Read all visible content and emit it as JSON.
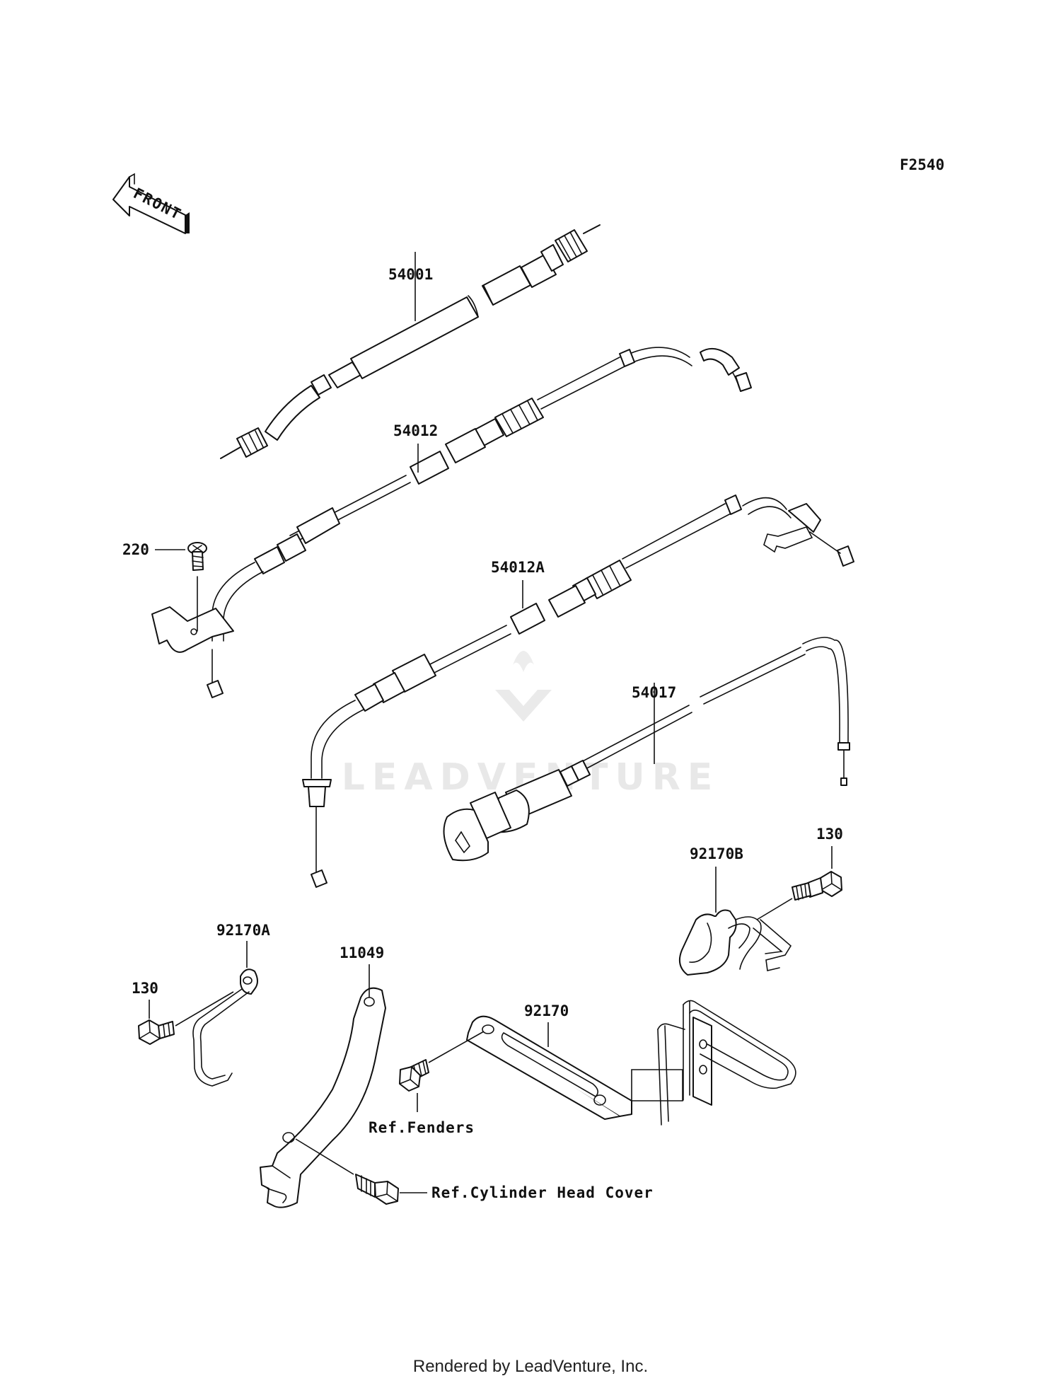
{
  "diagram_code": "F2540",
  "front_arrow_text": "FRONT",
  "watermark": "LEADVENTURE",
  "footer": "Rendered by LeadVenture, Inc.",
  "callouts": [
    {
      "id": "54001",
      "part": "speedometer-cable"
    },
    {
      "id": "54012",
      "part": "throttle-cable"
    },
    {
      "id": "54012A",
      "part": "throttle-cable-a"
    },
    {
      "id": "54017",
      "part": "choke-cable"
    },
    {
      "id": "220",
      "part": "screw"
    },
    {
      "id": "130",
      "part": "flange-bolt-right"
    },
    {
      "id": "92170B",
      "part": "clamp-b"
    },
    {
      "id": "92170A",
      "part": "clamp-a"
    },
    {
      "id": "130",
      "part": "flange-bolt-left"
    },
    {
      "id": "11049",
      "part": "bracket"
    },
    {
      "id": "92170",
      "part": "clamp-bracket"
    }
  ],
  "references": {
    "fenders": "Ref.Fenders",
    "cylinder_head_cover": "Ref.Cylinder Head Cover"
  }
}
